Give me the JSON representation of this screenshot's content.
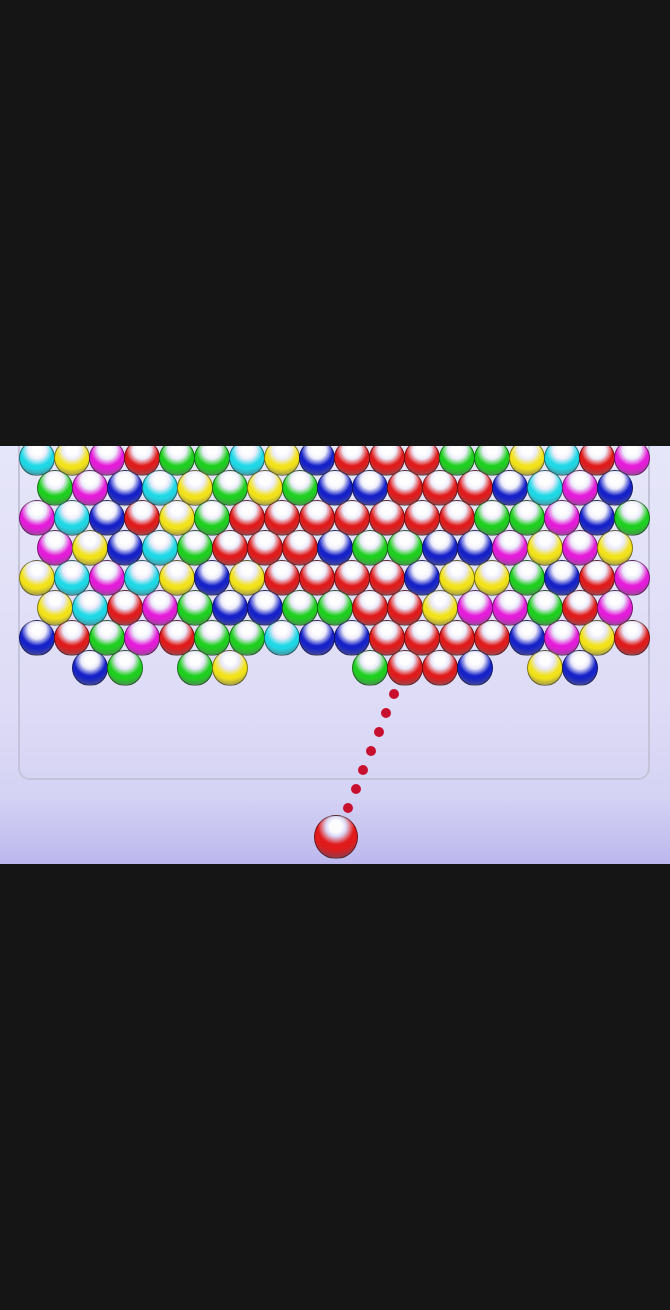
{
  "game": {
    "screen": "bubble-shooter",
    "palette": {
      "cyan": "#1fd8e6",
      "yellow": "#f2e21a",
      "magenta": "#e41bd8",
      "red": "#e01b1b",
      "green": "#1fcf1f",
      "blue": "#1622c8"
    },
    "aim_dot_color": "#c8102e",
    "grid": {
      "rows": [
        [
          "C",
          "Y",
          "M",
          "R",
          "G",
          "G",
          "C",
          "Y",
          "B",
          "R",
          "R",
          "R",
          "G",
          "G",
          "Y",
          "C",
          "R",
          "M"
        ],
        [
          "G",
          "M",
          "B",
          "C",
          "Y",
          "G",
          "Y",
          "G",
          "B",
          "B",
          "R",
          "R",
          "R",
          "B",
          "C",
          "M",
          "B"
        ],
        [
          "M",
          "C",
          "B",
          "R",
          "Y",
          "G",
          "R",
          "R",
          "R",
          "R",
          "R",
          "R",
          "R",
          "G",
          "G",
          "M",
          "B",
          "G"
        ],
        [
          "M",
          "Y",
          "B",
          "C",
          "G",
          "R",
          "R",
          "R",
          "B",
          "G",
          "G",
          "B",
          "B",
          "M",
          "Y",
          "M",
          "Y"
        ],
        [
          "Y",
          "C",
          "M",
          "C",
          "Y",
          "B",
          "Y",
          "R",
          "R",
          "R",
          "R",
          "B",
          "Y",
          "Y",
          "G",
          "B",
          "R",
          "M"
        ],
        [
          "Y",
          "C",
          "R",
          "M",
          "G",
          "B",
          "B",
          "G",
          "G",
          "R",
          "R",
          "Y",
          "M",
          "M",
          "G",
          "R",
          "M"
        ],
        [
          "B",
          "R",
          "G",
          "M",
          "R",
          "G",
          "G",
          "C",
          "B",
          "B",
          "R",
          "R",
          "R",
          "R",
          "B",
          "M",
          "Y",
          "R"
        ],
        [
          "",
          "B",
          "G",
          "",
          "G",
          "Y",
          "",
          "",
          "",
          "G",
          "R",
          "R",
          "B",
          "",
          "Y",
          "B",
          ""
        ]
      ]
    },
    "shooter": {
      "color": "R"
    },
    "aim_dots": 7
  }
}
